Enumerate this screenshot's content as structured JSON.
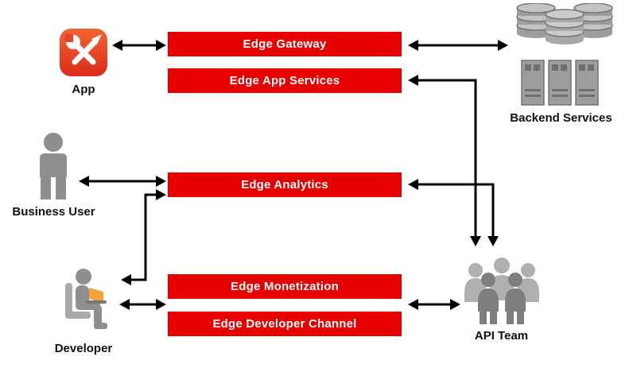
{
  "diagram": {
    "boxes": [
      {
        "id": "edge-gateway",
        "label": "Edge Gateway"
      },
      {
        "id": "edge-app-services",
        "label": "Edge App Services"
      },
      {
        "id": "edge-analytics",
        "label": "Edge Analytics"
      },
      {
        "id": "edge-monetization",
        "label": "Edge Monetization"
      },
      {
        "id": "edge-developer-channel",
        "label": "Edge Developer Channel"
      }
    ],
    "actors": {
      "app": {
        "label": "App",
        "icon": "app-tools-icon"
      },
      "business_user": {
        "label": "Business User",
        "icon": "person-icon"
      },
      "developer": {
        "label": "Developer",
        "icon": "person-laptop-icon"
      },
      "backend_services": {
        "label": "Backend Services",
        "icon": "databases-and-servers-icon"
      },
      "api_team": {
        "label": "API Team",
        "icon": "people-group-icon"
      }
    },
    "connections": [
      {
        "from": "App",
        "to": "Edge Gateway",
        "bidirectional": true
      },
      {
        "from": "Edge Gateway",
        "to": "Backend Services",
        "bidirectional": true
      },
      {
        "from": "Edge App Services",
        "to": "API Team",
        "bidirectional": true
      },
      {
        "from": "Business User",
        "to": "Edge Analytics",
        "bidirectional": true
      },
      {
        "from": "Edge Analytics",
        "to": "API Team",
        "bidirectional": true
      },
      {
        "from": "Developer",
        "to": "Edge Analytics",
        "bidirectional": true
      },
      {
        "from": "Developer",
        "to": "Edge Monetization / Edge Developer Channel",
        "bidirectional": true
      },
      {
        "from": "Edge Monetization / Edge Developer Channel",
        "to": "API Team",
        "bidirectional": true
      }
    ],
    "colors": {
      "box_fill": "#e80000",
      "box_text": "#ffffff",
      "arrow": "#000000",
      "icon_gray": "#9d9d9d",
      "app_icon_red": "#e8432d",
      "laptop_orange": "#f2a33c",
      "label_text": "#111111"
    }
  }
}
